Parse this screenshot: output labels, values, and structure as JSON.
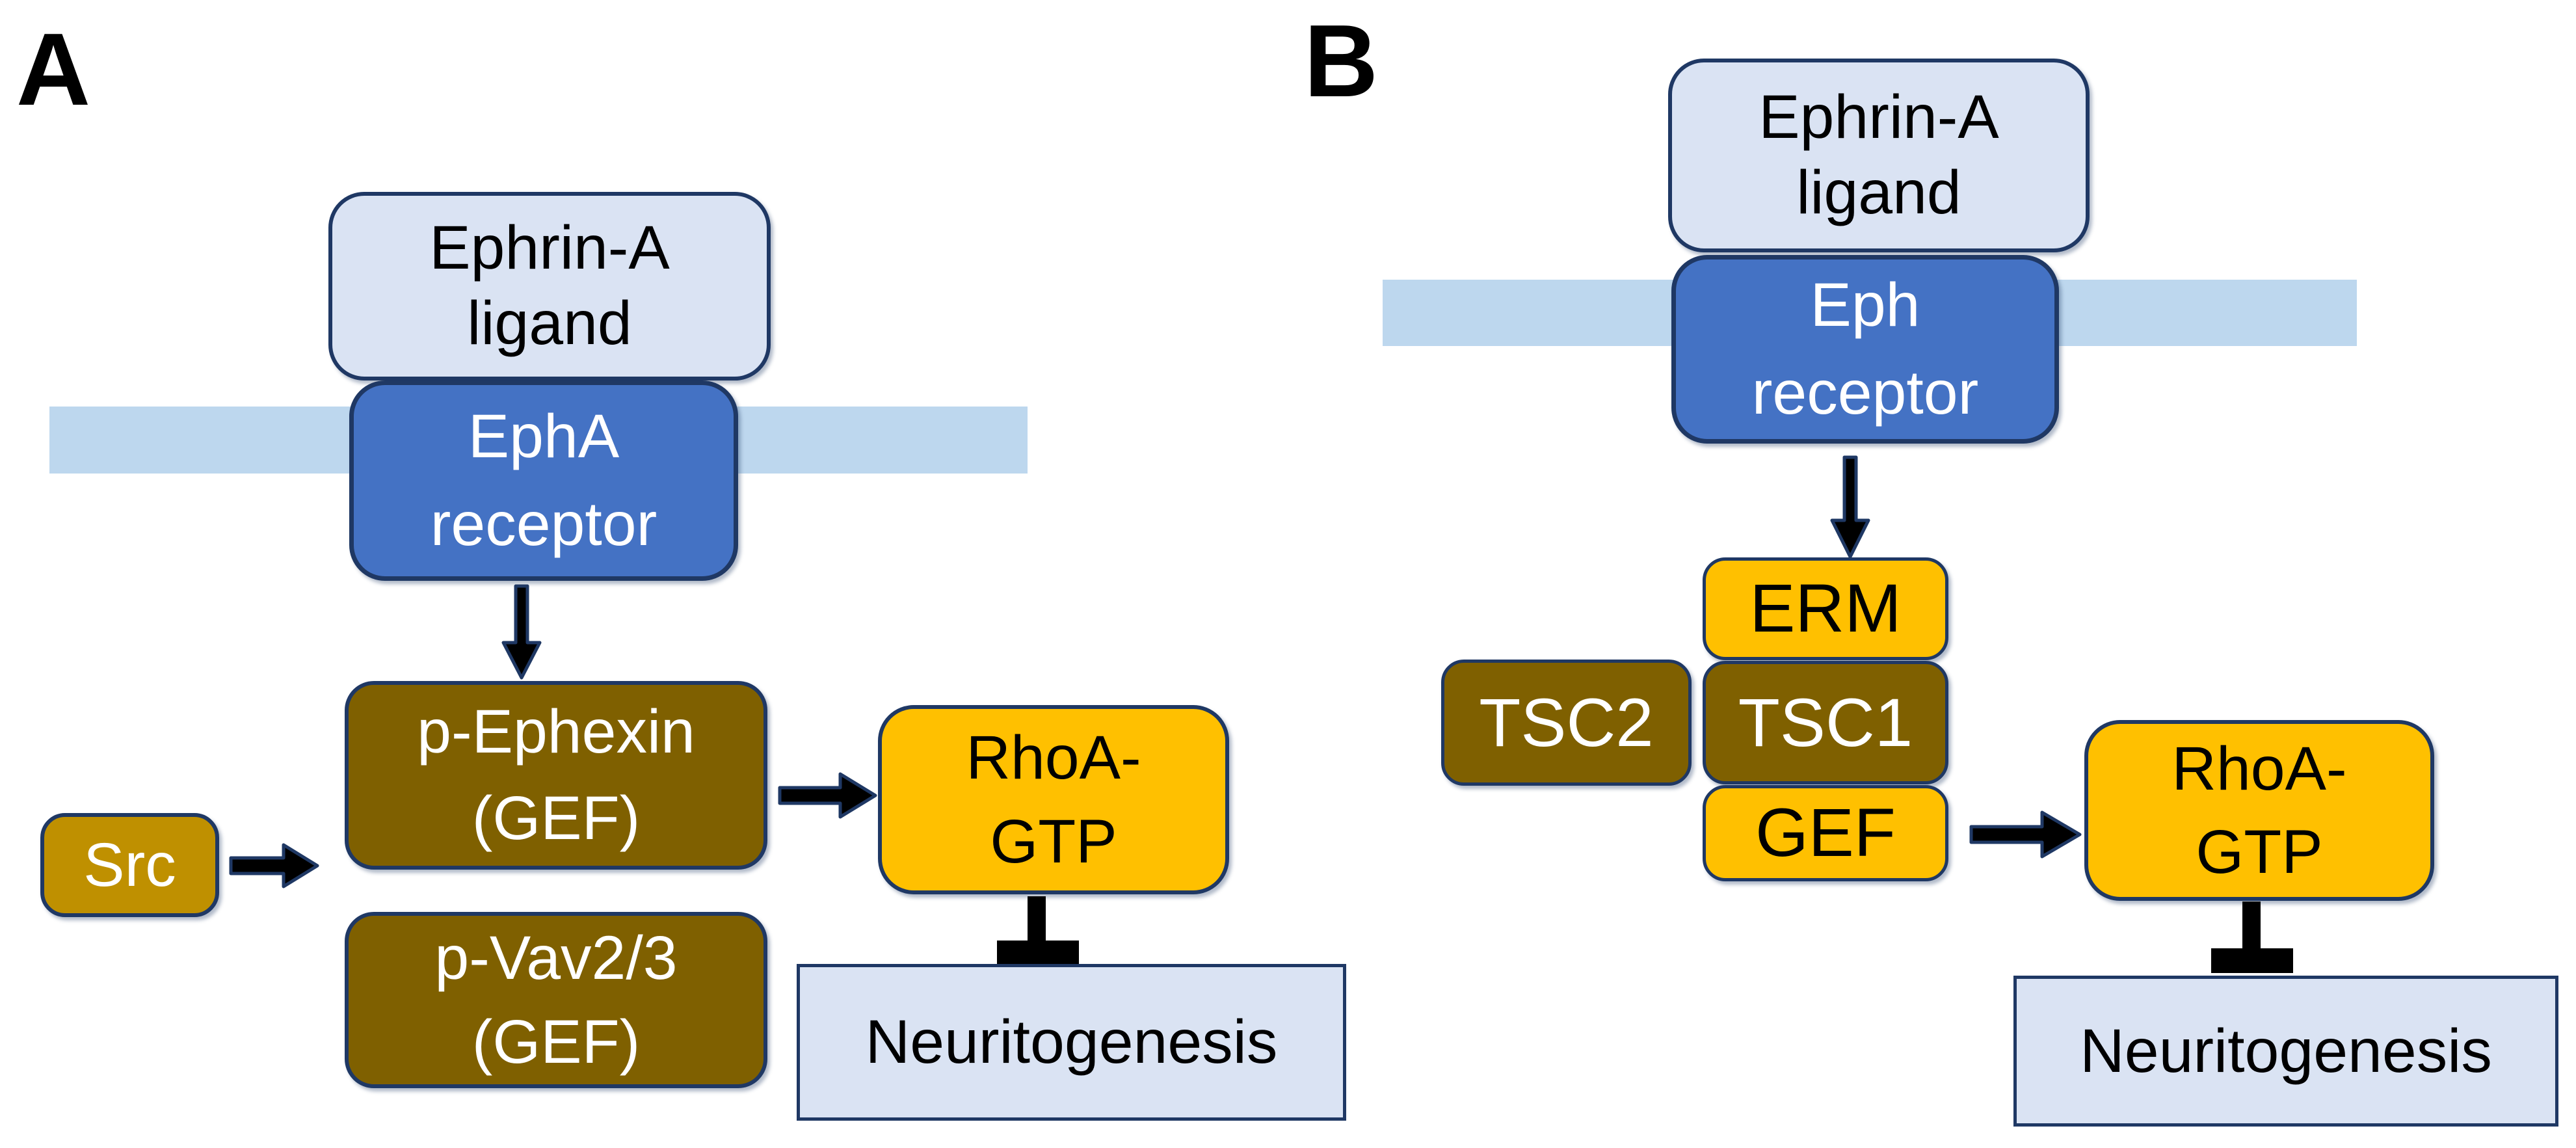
{
  "panel_a": {
    "label": "A",
    "ligand": {
      "line1": "Ephrin-A",
      "line2": "ligand"
    },
    "receptor": {
      "line1": "EphA",
      "line2": "receptor"
    },
    "gef_ephexin": {
      "line1": "p-Ephexin",
      "line2": "(GEF)"
    },
    "src": {
      "label": "Src"
    },
    "gef_vav": {
      "line1": "p-Vav2/3",
      "line2": "(GEF)"
    },
    "rhoa": {
      "line1": "RhoA-",
      "line2": "GTP"
    },
    "output": {
      "label": "Neuritogenesis"
    }
  },
  "panel_b": {
    "label": "B",
    "ligand": {
      "line1": "Ephrin-A",
      "line2": "ligand"
    },
    "receptor": {
      "line1": "Eph",
      "line2": "receptor"
    },
    "erm": {
      "label": "ERM"
    },
    "tsc2": {
      "label": "TSC2"
    },
    "tsc1": {
      "label": "TSC1"
    },
    "gef": {
      "label": "GEF"
    },
    "rhoa": {
      "line1": "RhoA-",
      "line2": "GTP"
    },
    "output": {
      "label": "Neuritogenesis"
    }
  },
  "colors": {
    "ligand_fill": "#dae3f3",
    "membrane_fill": "#bdd7ee",
    "receptor_fill": "#4472c4",
    "active_fill": "#ffc000",
    "inactive_gef_fill": "#7f6000",
    "kinase_fill": "#bf9000",
    "border_navy": "#1f3864",
    "arrow_color": "#000000",
    "text_dark": "#000000",
    "text_light": "#ffffff",
    "background": "#ffffff"
  }
}
